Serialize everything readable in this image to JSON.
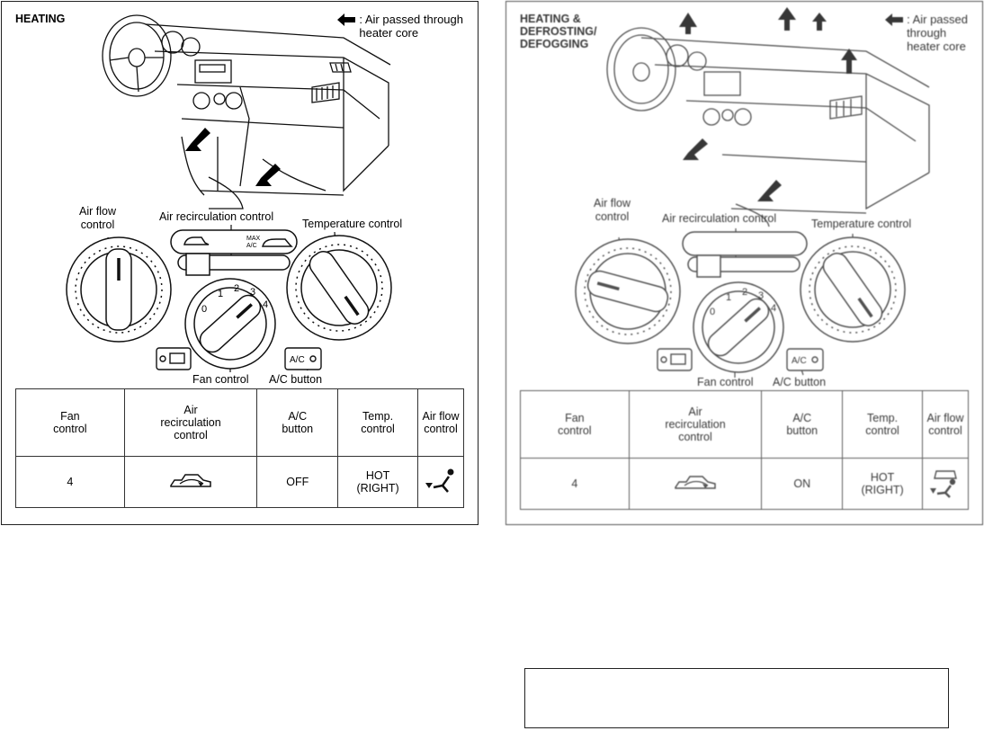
{
  "left": {
    "title": "HEATING",
    "legend": ": Air passed through\nheater core",
    "labels": {
      "air_flow": "Air flow\ncontrol",
      "air_recirc": "Air recirculation control",
      "temperature": "Temperature control",
      "fan": "Fan control",
      "ac": "A/C button"
    },
    "fan_numbers": [
      "0",
      "1",
      "2",
      "3",
      "4"
    ],
    "max_ac": "MAX\nA/C",
    "ac_button_text": "A/C",
    "table": {
      "headers": [
        "Fan\ncontrol",
        "Air\nrecirculation\ncontrol",
        "A/C\nbutton",
        "Temp.\ncontrol",
        "Air flow\ncontrol"
      ],
      "fan": "4",
      "ac": "OFF",
      "temp": "HOT\n(RIGHT)"
    }
  },
  "right": {
    "title": "HEATING &\nDEFROSTING/\nDEFOGGING",
    "legend": ": Air passed\nthrough\nheater core",
    "labels": {
      "air_flow": "Air flow\ncontrol",
      "air_recirc": "Air recirculation control",
      "temperature": "Temperature control",
      "fan": "Fan control",
      "ac": "A/C button"
    },
    "fan_numbers": [
      "0",
      "1",
      "2",
      "3",
      "4"
    ],
    "ac_button_text": "A/C",
    "table": {
      "headers": [
        "Fan\ncontrol",
        "Air\nrecirculation\ncontrol",
        "A/C\nbutton",
        "Temp.\ncontrol",
        "Air flow\ncontrol"
      ],
      "fan": "4",
      "ac": "ON",
      "temp": "HOT\n(RIGHT)"
    }
  },
  "icons": {
    "legend_arrow": "left-arrow-icon",
    "recirc": "car-recirculation-icon",
    "airflow_foot": "foot-vent-icon",
    "airflow_foot_defrost": "foot-defrost-icon",
    "defrost_button": "rear-defrost-icon"
  }
}
